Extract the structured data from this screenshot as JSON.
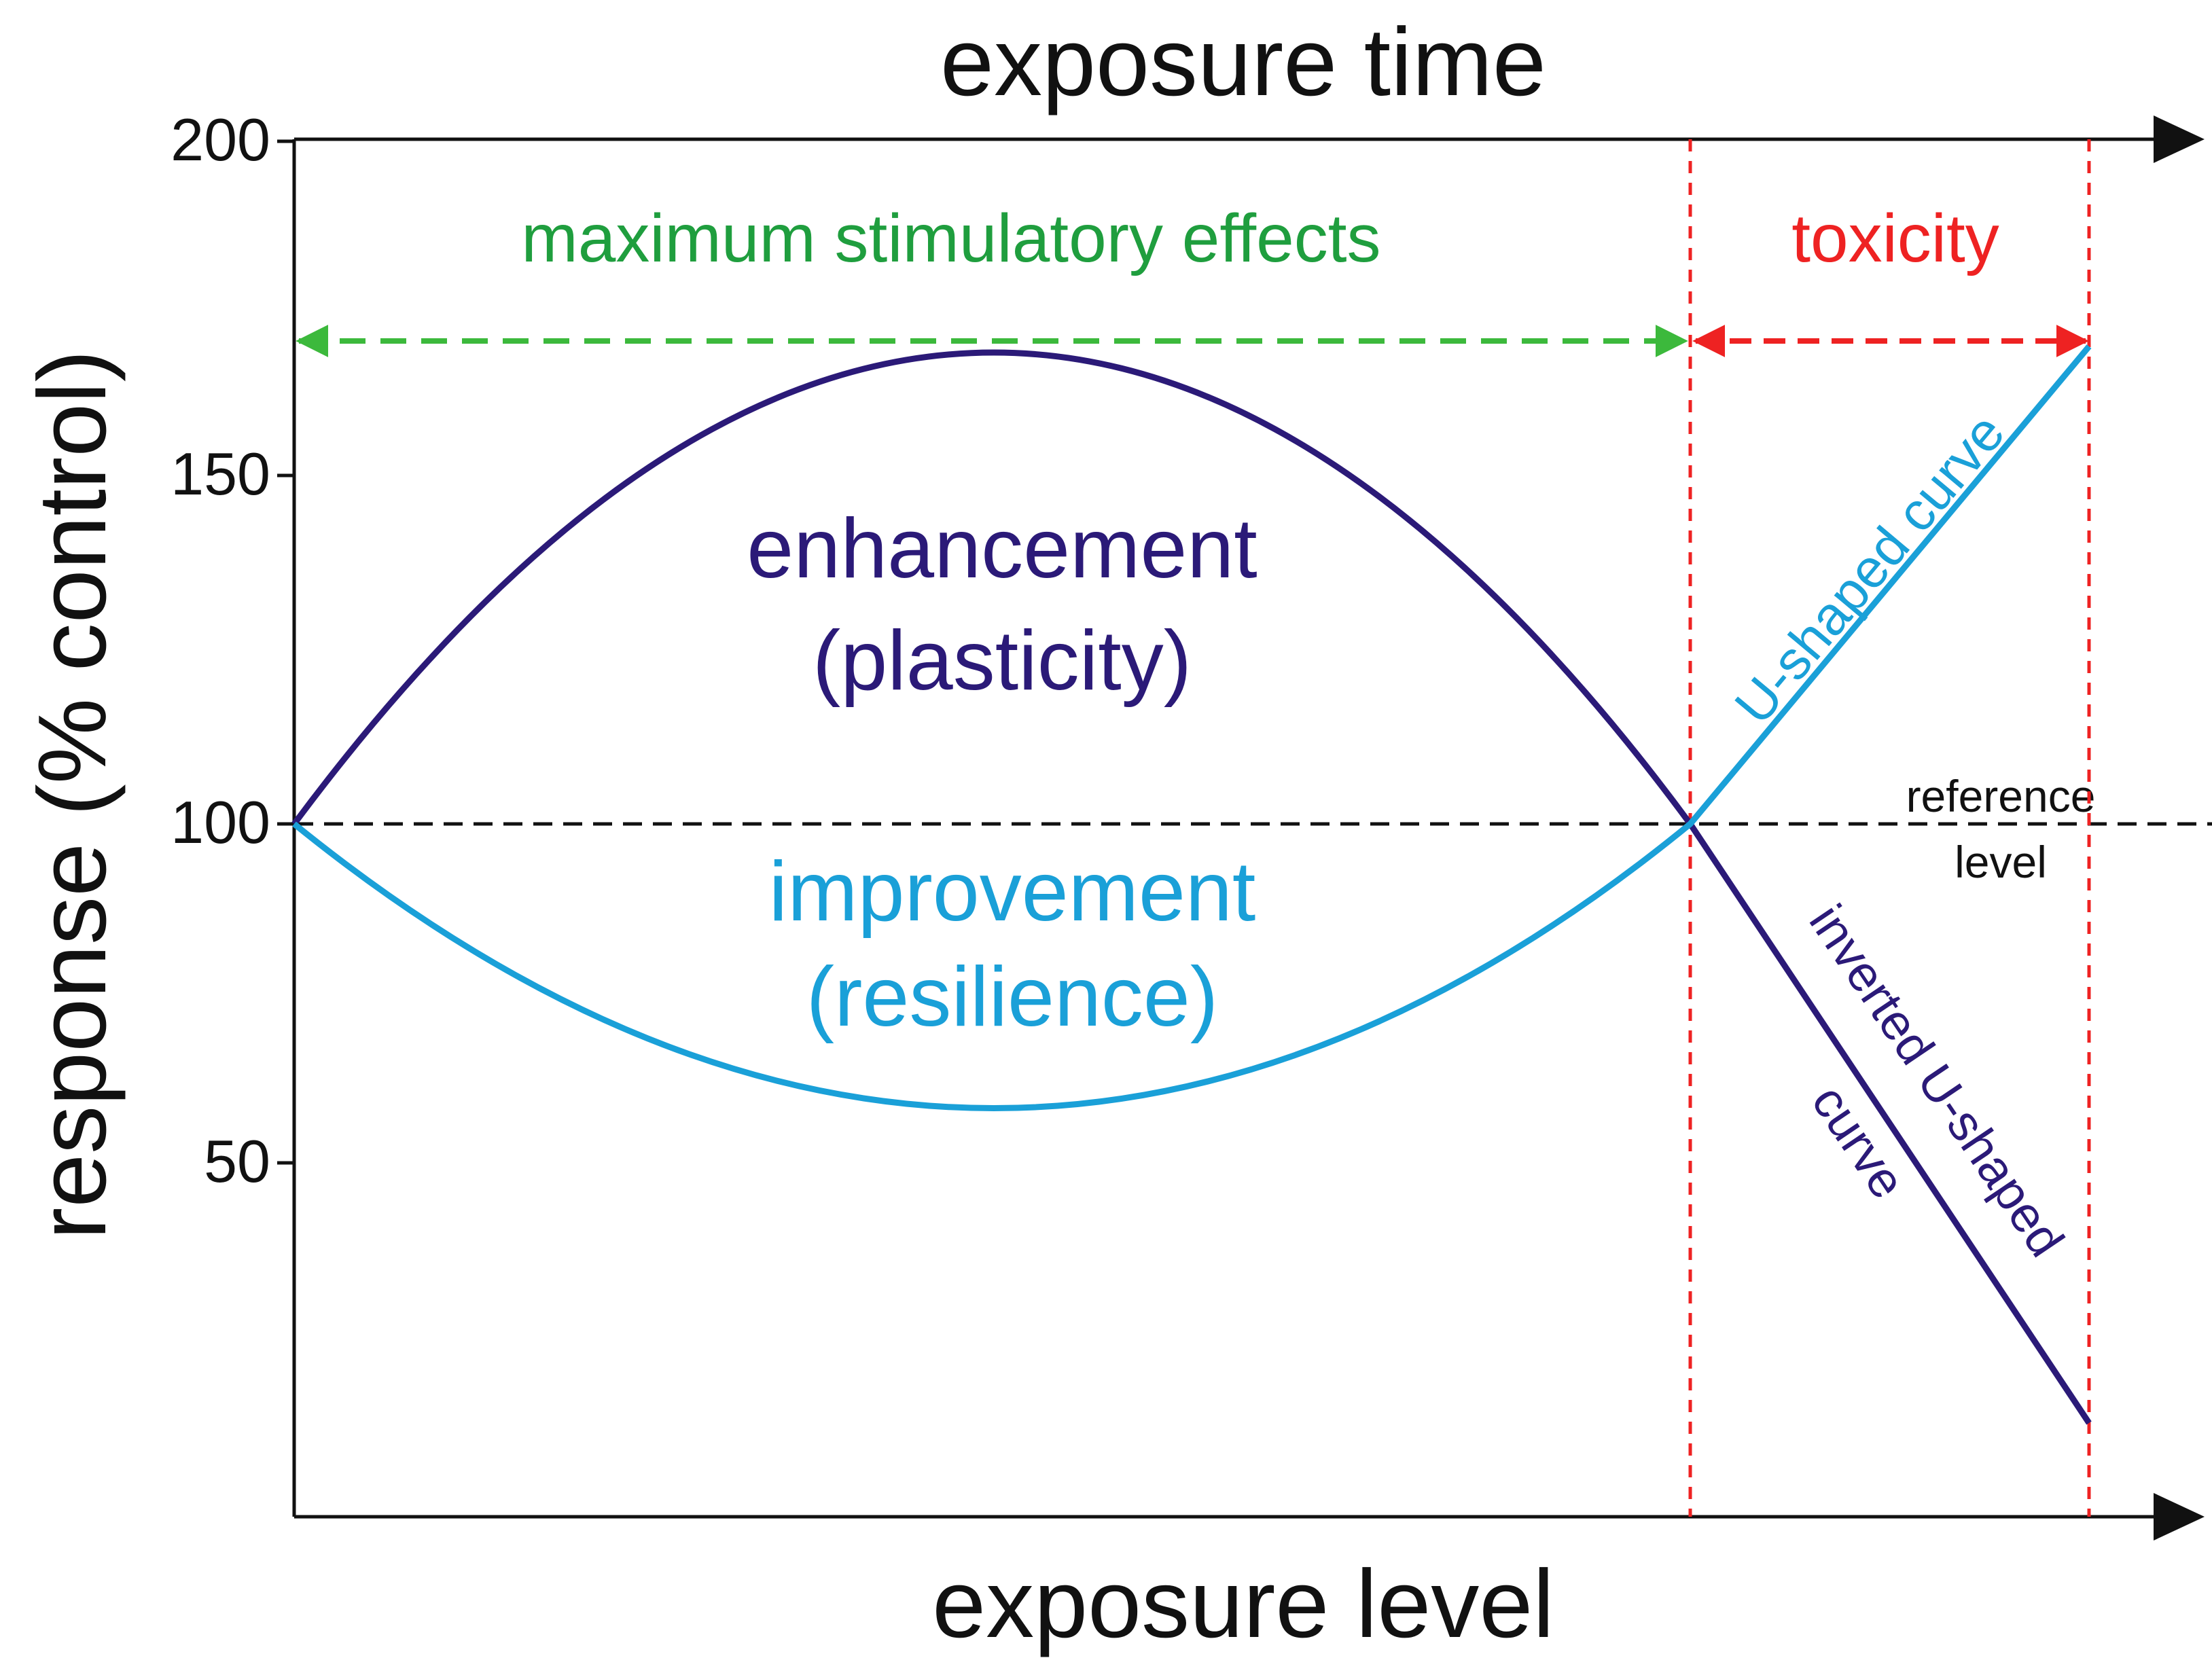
{
  "chart_data": {
    "type": "line",
    "x_axis": {
      "label": "exposure level"
    },
    "top_axis": {
      "label": "exposure time"
    },
    "y_axis": {
      "label": "response (% control)",
      "ticks": [
        {
          "value": 200,
          "label": "200"
        },
        {
          "value": 150,
          "label": "150"
        },
        {
          "value": 100,
          "label": "100"
        },
        {
          "value": 50,
          "label": "50"
        }
      ],
      "ylim": [
        0,
        200
      ]
    },
    "reference_level": {
      "value": 100,
      "label_line1": "reference",
      "label_line2": "level"
    },
    "regions": {
      "stimulatory": {
        "label": "maximum stimulatory effects"
      },
      "toxicity": {
        "label": "toxicity"
      }
    },
    "series": [
      {
        "key": "enhancement",
        "values_note": "arch from 100 up to ~168 and back to 100, then linear down to ~14"
      },
      {
        "key": "improvement",
        "values_note": "bowl from 100 down to ~59 and back to 100, then linear up to ~168"
      }
    ],
    "annotations": {
      "enhancement_line1": "enhancement",
      "enhancement_line2": "(plasticity)",
      "improvement_line1": "improvement",
      "improvement_line2": "(resilience)",
      "u_shaped": "U-shaped curve",
      "inverted_line1": "inverted U-shaped",
      "inverted_line2": "curve"
    },
    "colors": {
      "enhancement": "#2b1a78",
      "improvement": "#1aa0d8",
      "stimulatory": "#3cb93c",
      "stimulatory_text": "#1f9e3e",
      "toxicity": "#ee2222",
      "axis": "#111111"
    },
    "legend": "none",
    "grid": false
  }
}
